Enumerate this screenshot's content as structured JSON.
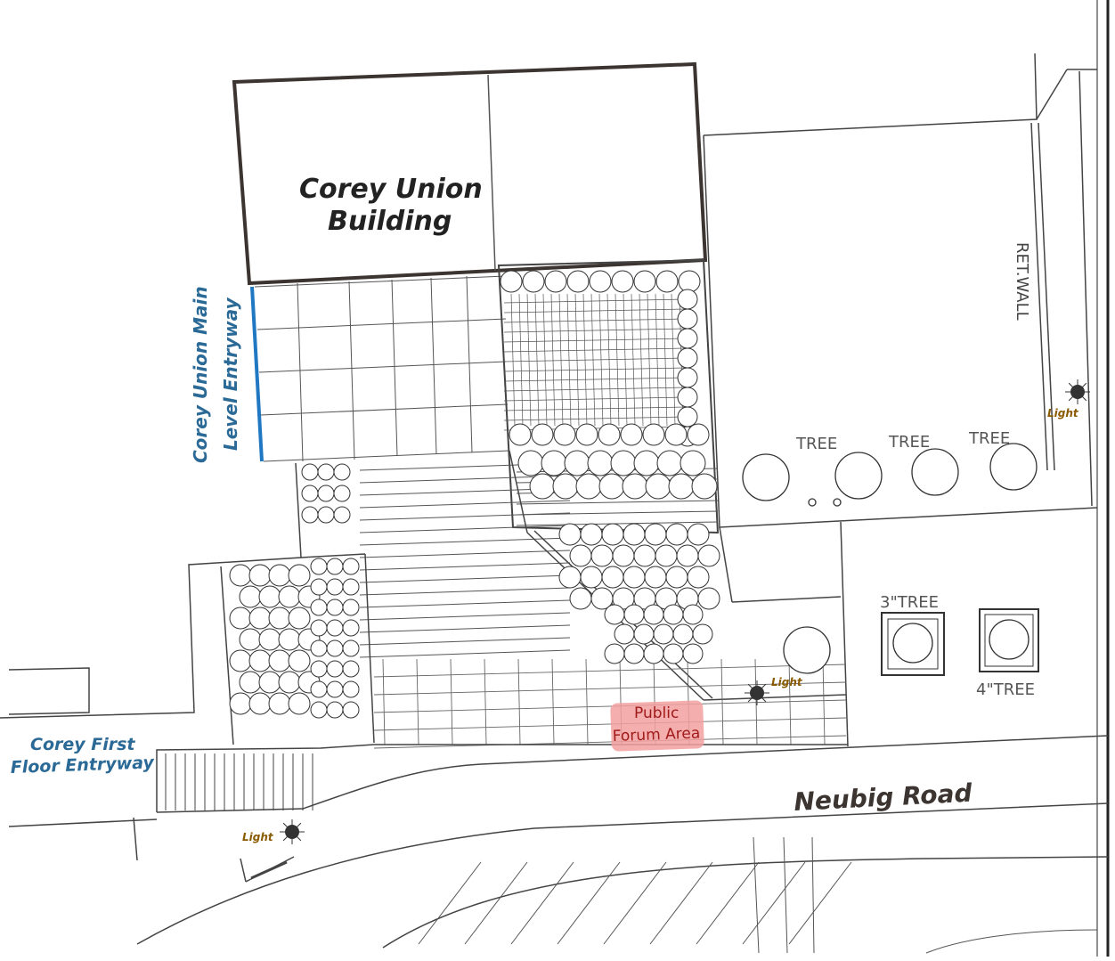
{
  "labels": {
    "building": [
      "Corey Union",
      "Building"
    ],
    "main_entry": [
      "Corey Union Main",
      "Level Entryway"
    ],
    "first_floor_entry": [
      "Corey First",
      "Floor Entryway"
    ],
    "road": "Neubig Road",
    "public_forum": [
      "Public",
      "Forum Area"
    ],
    "ret_wall": "RET.WALL",
    "tree": "TREE",
    "tree_3": "3\"TREE",
    "tree_4": "4\"TREE",
    "light": "Light"
  },
  "colors": {
    "line": "#333333",
    "building_outline": "#3b3430",
    "entry_blue": "#1f78c1",
    "entry_text": "#2b6a96",
    "road_text": "#3b3430",
    "forum_fill": "#f2a0a0",
    "forum_text": "#a11a1a",
    "light_text": "#8a5a00"
  }
}
